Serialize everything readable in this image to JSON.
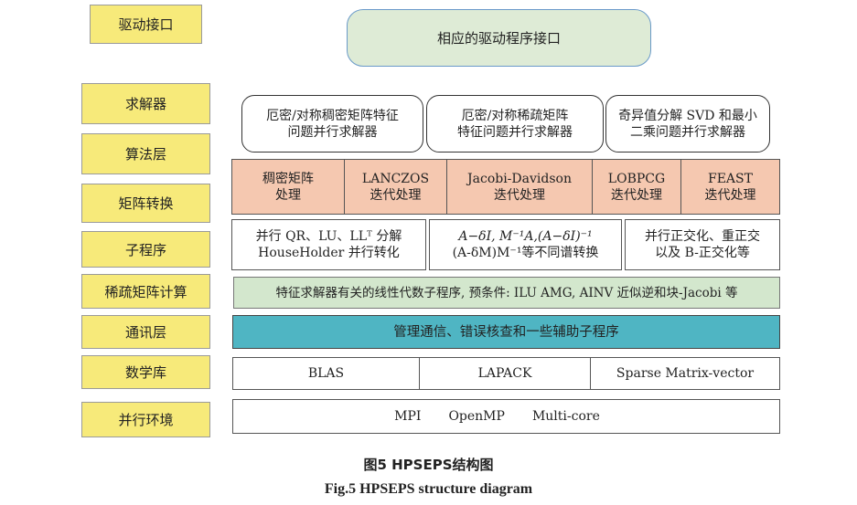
{
  "labels": {
    "driver": "驱动接口",
    "solver": "求解器",
    "algorithm": "算法层",
    "matrix": "矩阵转换",
    "subprogram": "子程序",
    "sparse": "稀疏矩阵计算",
    "comm": "通讯层",
    "mathlib": "数学库",
    "parallel": "并行环境"
  },
  "driver_box": "相应的驱动程序接口",
  "solvers": [
    {
      "line1": "厄密/对称稠密矩阵特征",
      "line2": "问题并行求解器"
    },
    {
      "line1": "厄密/对称稀疏矩阵",
      "line2": "特征问题并行求解器"
    },
    {
      "line1": "奇异值分解 SVD 和最小",
      "line2": "二乘问题并行求解器"
    }
  ],
  "algorithms": [
    {
      "line1": "稠密矩阵",
      "line2": "处理"
    },
    {
      "line1": "LANCZOS",
      "line2": "迭代处理"
    },
    {
      "line1": "Jacobi-Davidson",
      "line2": "迭代处理"
    },
    {
      "line1": "LOBPCG",
      "line2": "迭代处理"
    },
    {
      "line1": "FEAST",
      "line2": "迭代处理"
    }
  ],
  "transforms": [
    {
      "line1": "并行 QR、LU、LLᵀ 分解",
      "line2": "HouseHolder 并行转化"
    },
    {
      "line1": "A−δI, M⁻¹A,(A−δI)⁻¹",
      "line2": "(A-δM)M⁻¹等不同谱转换"
    },
    {
      "line1": "并行正交化、重正交",
      "line2": "以及 B-正交化等"
    }
  ],
  "subprogram_box": "特征求解器有关的线性代数子程序, 预条件: ILU AMG, AINV 近似逆和块-Jacobi 等",
  "comm_box": "管理通信、错误核查和一些辅助子程序",
  "mathlibs": [
    "BLAS",
    "LAPACK",
    "Sparse Matrix-vector"
  ],
  "parallel_envs": [
    "MPI",
    "OpenMP",
    "Multi-core"
  ],
  "caption_cn": "图5   HPSEPS结构图",
  "caption_en": "Fig.5   HPSEPS structure diagram",
  "colors": {
    "label_fill": "#f7ea7a",
    "top_fill": "#deebd6",
    "algorithm_fill": "#f5c8b0",
    "subprogram_fill": "#d3e7cd",
    "comm_fill": "#4fb5c3"
  }
}
